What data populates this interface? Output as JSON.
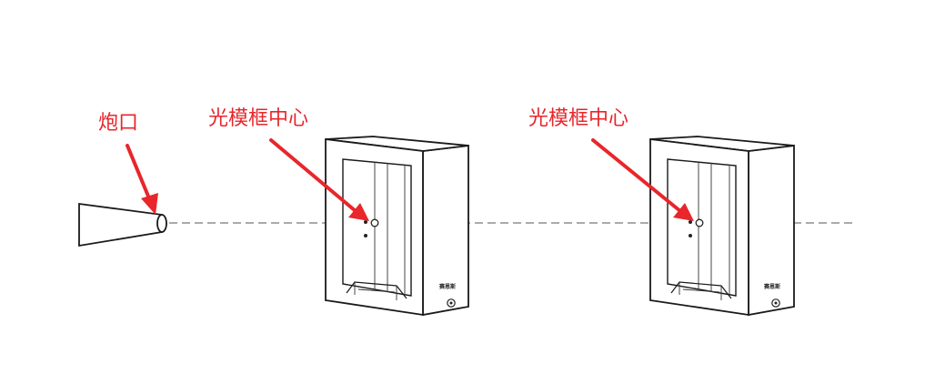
{
  "labels": {
    "muzzle": "炮口",
    "center_left": "光模框中心",
    "center_right": "光模框中心"
  },
  "colors": {
    "callout": "#e8262b",
    "outline": "#1a1a1a",
    "axis": "#555555",
    "background": "#ffffff"
  }
}
